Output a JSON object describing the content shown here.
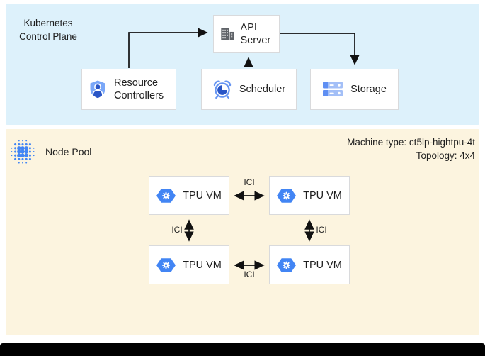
{
  "control_plane": {
    "title": "Kubernetes Control Plane",
    "api_server": "API Server",
    "resource_controllers": "Resource Controllers",
    "scheduler": "Scheduler",
    "storage": "Storage"
  },
  "node_pool": {
    "title": "Node Pool",
    "machine_type_line": "Machine type: ct5lp-hightpu-4t",
    "topology_line": "Topology: 4x4",
    "vm_label": "TPU VM",
    "interconnect_label": "ICI"
  },
  "icons": {
    "api_server": "building-icon",
    "resource_controllers": "shield-user-icon",
    "scheduler": "alarm-clock-icon",
    "storage": "stacked-disks-icon",
    "node_pool": "dotted-circle-icon",
    "tpu_vm": "gke-hexagon-gear-icon"
  },
  "colors": {
    "control_plane_bg": "#ddf1fb",
    "node_pool_bg": "#fcf4df",
    "box_border": "#d9dadc",
    "google_blue": "#4285f4",
    "mid_blue": "#6695f2",
    "dark_blue": "#2a56c6",
    "icon_grey": "#5f6368",
    "arrow": "#111111"
  }
}
